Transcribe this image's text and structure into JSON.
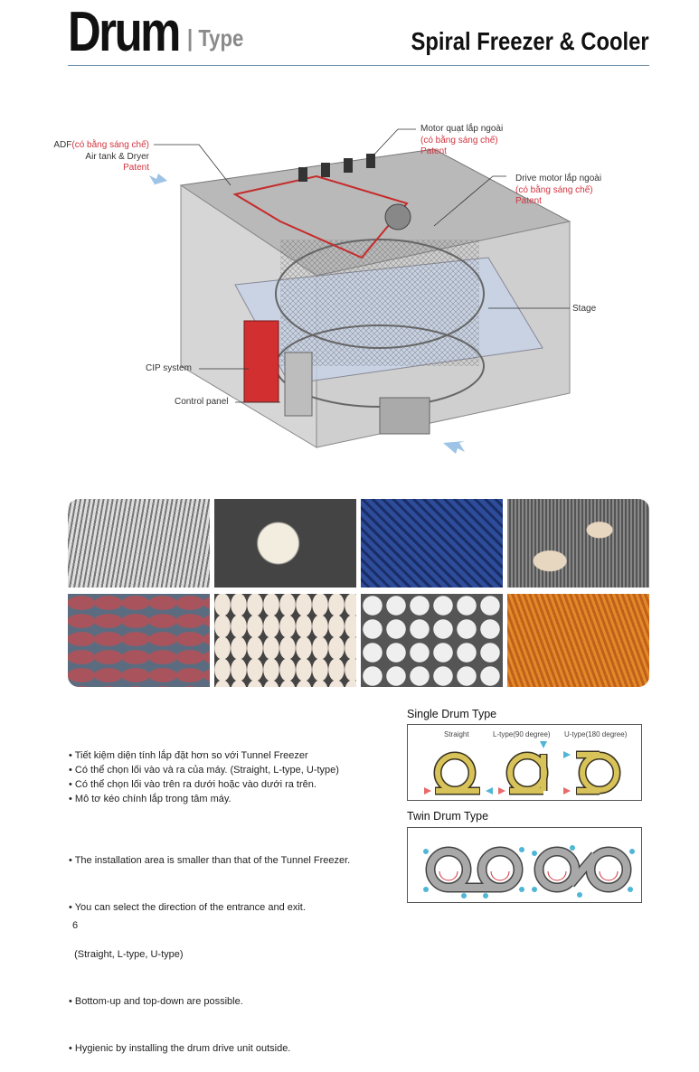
{
  "header": {
    "title": "Drum",
    "subtitle": "| Type",
    "product": "Spiral Freezer & Cooler"
  },
  "diagram": {
    "adf": {
      "line1_black": "ADF",
      "line1_red": "(có bằng sáng chế)",
      "line2": "Air tank & Dryer",
      "line3": "Patent"
    },
    "fan_motor": {
      "line1": "Motor quạt lắp ngoài",
      "line2": "(có bằng sáng chế)",
      "line3": "Patent"
    },
    "drive_motor": {
      "line1": "Drive motor lắp ngoài",
      "line2": "(có bằng sáng chế)",
      "line3": "Patent"
    },
    "stage": "Stage",
    "cip": "CIP system",
    "control_panel": "Control panel"
  },
  "colors": {
    "accent_red": "#d2343f",
    "rule": "#6e8ea8",
    "drum_gold": "#d8c25a",
    "twin_gray": "#9a9a9a",
    "arrow_blue": "#4fb6d6",
    "arrow_red": "#e86a6a"
  },
  "features_vi": [
    "• Tiết kiệm diện tính lắp đặt hơn so với Tunnel Freezer",
    "• Có thể chọn lối vào và ra của máy. (Straight, L-type, U-type)",
    "• Có thể chọn lối vào trên ra dưới hoặc vào dưới ra trên.",
    "• Mô tơ kéo chính lắp trong tâm máy."
  ],
  "features_en": [
    "• The installation area is smaller than that of the Tunnel Freezer.",
    "• You can select the direction of the entrance and exit.",
    "  (Straight, L-type, U-type)",
    "• Bottom-up and top-down are possible.",
    "• Hygienic by installing the drum drive unit outside."
  ],
  "single": {
    "title": "Single Drum Type",
    "types": [
      "Straight",
      "L-type(90 degree)",
      "U-type(180 degree)"
    ]
  },
  "twin": {
    "title": "Twin Drum Type"
  },
  "page_number": "6"
}
